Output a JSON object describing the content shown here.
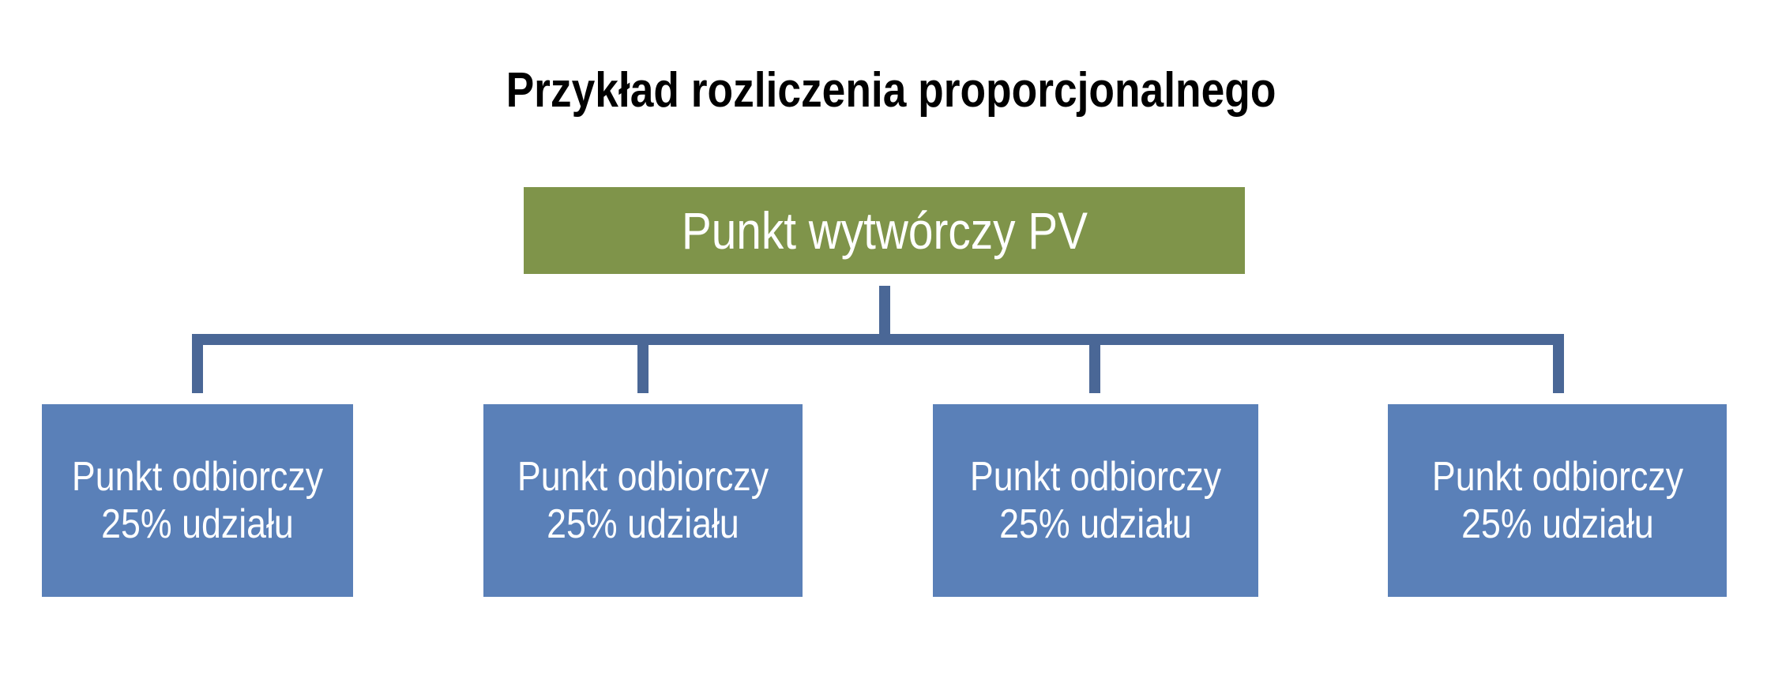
{
  "title": "Przykład rozliczenia proporcjonalnego",
  "root": {
    "label": "Punkt wytwórczy PV"
  },
  "children": [
    {
      "line1": "Punkt odbiorczy",
      "line2": "25% udziału"
    },
    {
      "line1": "Punkt odbiorczy",
      "line2": "25% udziału"
    },
    {
      "line1": "Punkt odbiorczy",
      "line2": "25% udziału"
    },
    {
      "line1": "Punkt odbiorczy",
      "line2": "25% udziału"
    }
  ],
  "colors": {
    "root_fill": "#7f944a",
    "child_fill": "#5a80b8",
    "connector": "#4a6796",
    "text_light": "#ffffff",
    "title_text": "#000000"
  }
}
